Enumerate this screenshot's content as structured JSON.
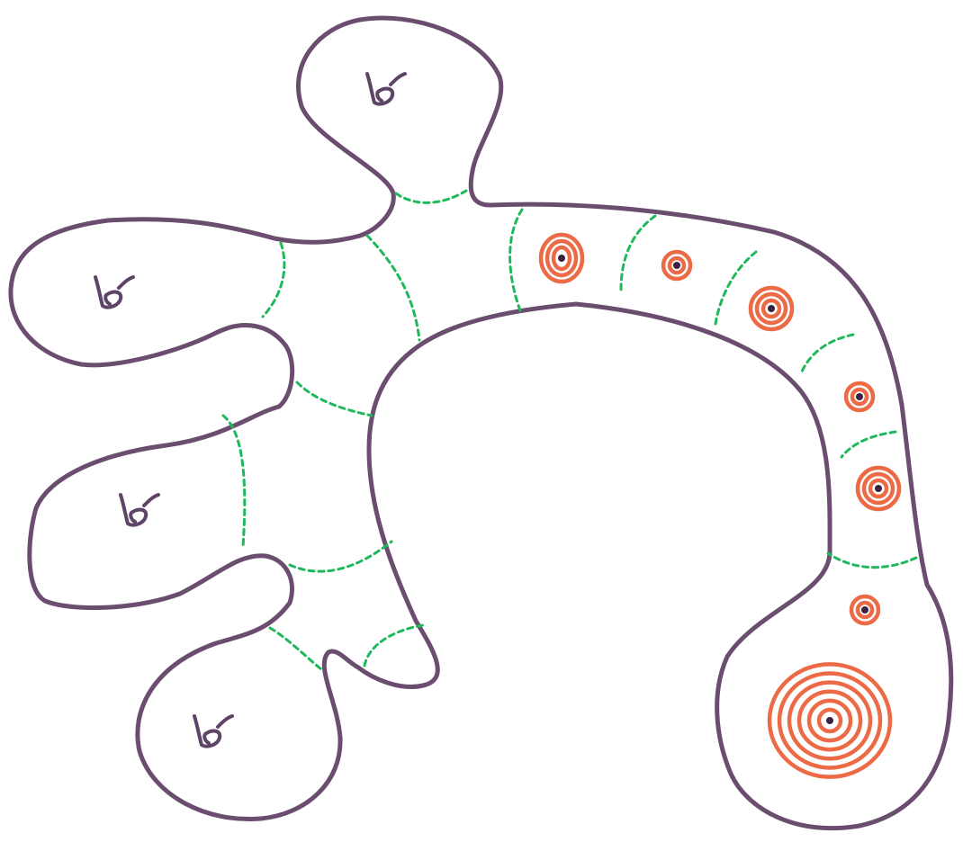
{
  "colors": {
    "outline": "#6b4e6f",
    "septum": "#1fb85a",
    "ring": "#ec6a46",
    "nucleus": "#3a2240",
    "background": "#ffffff"
  },
  "lobes": [
    {
      "name": "lobe-top",
      "icon": "glyph-icon"
    },
    {
      "name": "lobe-upper-left",
      "icon": "glyph-icon"
    },
    {
      "name": "lobe-middle-left",
      "icon": "glyph-icon"
    },
    {
      "name": "lobe-lower-left",
      "icon": "glyph-icon"
    }
  ],
  "arc_cells": [
    {
      "name": "ring-cell-1",
      "rings": 3
    },
    {
      "name": "ring-cell-2",
      "rings": 2
    },
    {
      "name": "ring-cell-3",
      "rings": 3
    },
    {
      "name": "ring-cell-4",
      "rings": 2
    },
    {
      "name": "ring-cell-5",
      "rings": 3
    },
    {
      "name": "ring-cell-6",
      "rings": 2
    },
    {
      "name": "ring-cell-7",
      "rings": 6
    }
  ]
}
